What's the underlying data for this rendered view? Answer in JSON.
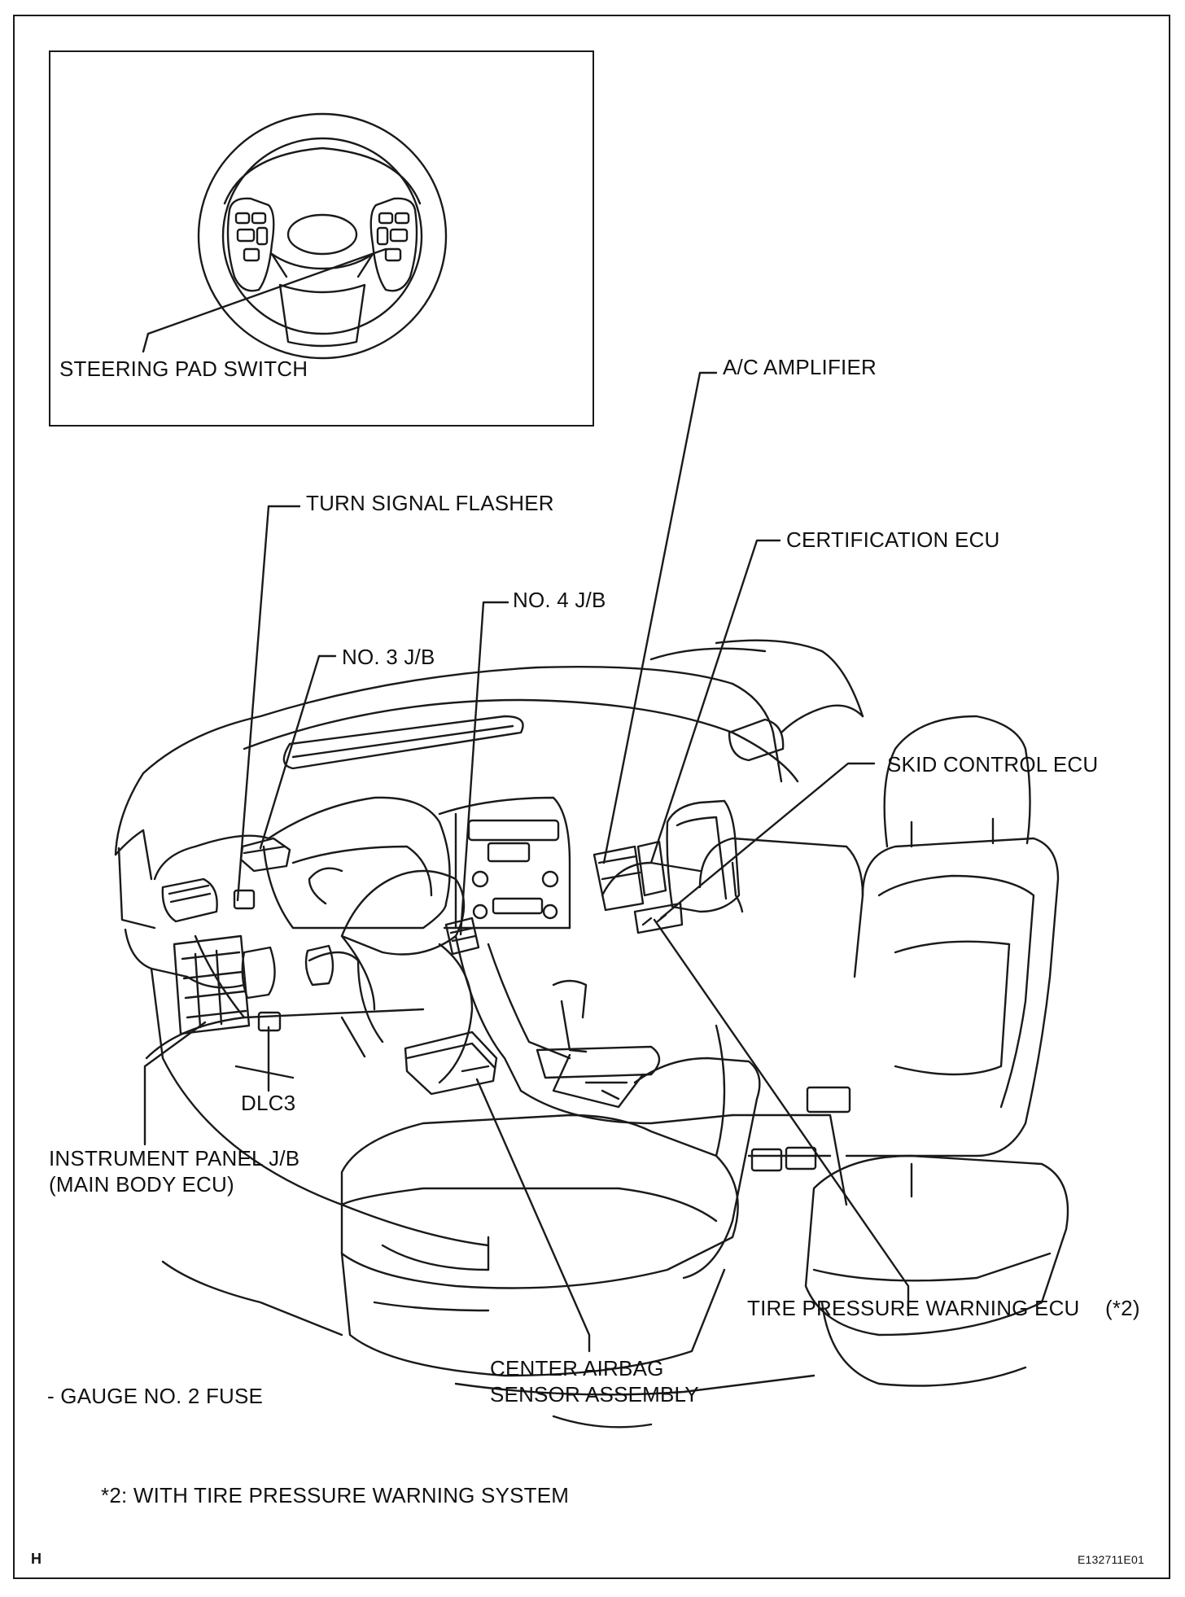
{
  "labels": {
    "steering_pad_switch": "STEERING PAD SWITCH",
    "ac_amplifier": "A/C AMPLIFIER",
    "turn_signal_flasher": "TURN SIGNAL FLASHER",
    "certification_ecu": "CERTIFICATION ECU",
    "no4_jb": "NO. 4 J/B",
    "no3_jb": "NO. 3 J/B",
    "skid_control_ecu": "SKID CONTROL ECU",
    "dlc3": "DLC3",
    "instrument_panel_jb_line1": "INSTRUMENT PANEL J/B",
    "instrument_panel_jb_line2": "(MAIN BODY ECU)",
    "tire_pressure_ecu": "TIRE PRESSURE WARNING ECU",
    "tire_pressure_ref": "(*2)",
    "center_airbag_line1": "CENTER AIRBAG",
    "center_airbag_line2": "SENSOR ASSEMBLY",
    "gauge_fuse": "- GAUGE NO. 2 FUSE"
  },
  "footnote": "*2: WITH TIRE PRESSURE WARNING SYSTEM",
  "corner_mark": "H",
  "figure_id": "E132711E01",
  "colors": {
    "line": "#1a1a1a",
    "background": "#ffffff"
  }
}
